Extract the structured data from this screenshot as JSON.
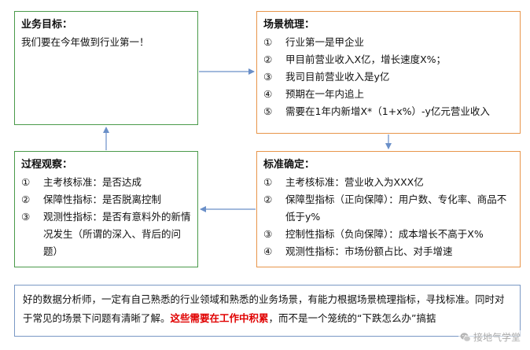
{
  "goal": {
    "title": "业务目标：",
    "text": "我们要在今年做到行业第一！"
  },
  "scene": {
    "title": "场景梳理：",
    "items": [
      {
        "num": "①",
        "text": "行业第一是甲企业"
      },
      {
        "num": "②",
        "text": "甲目前营业收入X亿，增长速度X%；"
      },
      {
        "num": "③",
        "text": "我司目前营业收入是y亿"
      },
      {
        "num": "④",
        "text": "预期在一年内追上"
      },
      {
        "num": "⑤",
        "text": "需要在1年内新增X*（1+x%）-y亿元营业收入"
      }
    ]
  },
  "observe": {
    "title": "过程观察：",
    "items": [
      {
        "num": "①",
        "text": "主考核标准：是否达成"
      },
      {
        "num": "②",
        "text": "保障性指标：是否脱离控制"
      },
      {
        "num": "③",
        "text": "观测性指标：是否有意料外的新情况发生（所谓的深入、背后的问题）"
      }
    ]
  },
  "standard": {
    "title": "标准确定：",
    "items": [
      {
        "num": "①",
        "text": "主考核标准：营业收入为XXX亿"
      },
      {
        "num": "②",
        "text": "保障型指标（正向保障）：用户数、专化率、商品不低于y%"
      },
      {
        "num": "③",
        "text": "控制性指标（负向保障）：成本增长不高于X%"
      },
      {
        "num": "④",
        "text": "观测性指标：市场份额占比、对手增速"
      }
    ]
  },
  "summary": {
    "part1": "好的数据分析师，一定有自己熟悉的行业领域和熟悉的业务场景，有能力根据场景梳理指标，寻找标准。同时对于常见的场景下问题有清晰了解。",
    "highlight": "这些需要在工作中积累",
    "part2": "，而不是一个笼统的“下跌怎么办”搞掂"
  },
  "watermark": {
    "text": "接地气学堂",
    "icon": "wechat-icon"
  },
  "colors": {
    "green_border": "#4a9a4a",
    "orange_border": "#e8954a",
    "blue_border": "#7a98c4",
    "arrow": "#6a8fc8",
    "highlight": "#e00000"
  }
}
